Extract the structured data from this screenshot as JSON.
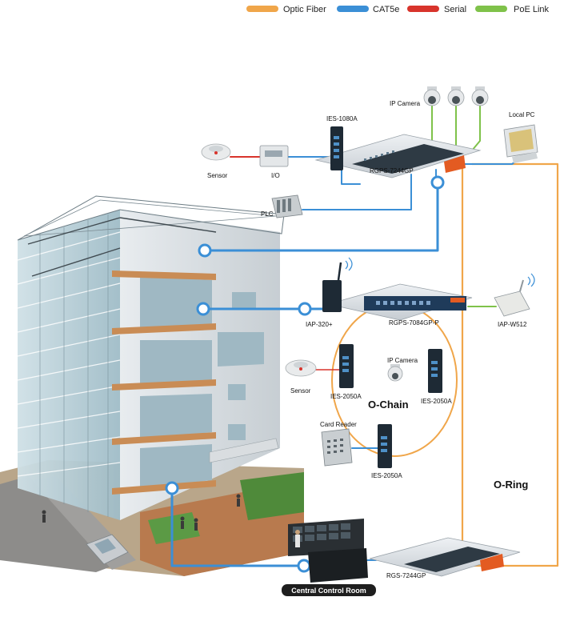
{
  "legend": [
    {
      "label": "Optic Fiber",
      "color": "#f0a64a"
    },
    {
      "label": "CAT5e",
      "color": "#3b8fd6"
    },
    {
      "label": "Serial",
      "color": "#d8342c"
    },
    {
      "label": "PoE Link",
      "color": "#7fc24a"
    }
  ],
  "labels": {
    "ip_camera_top": "IP Camera",
    "local_pc": "Local  PC",
    "ies_1080a": "IES-1080A",
    "rgps_7244gp": "RGPS-7244GP",
    "sensor_top": "Sensor",
    "io": "I/O",
    "plc": "PLC",
    "iap_320": "IAP-320+",
    "rgps_7084gp_p": "RGPS-7084GP-P",
    "iap_w512": "IAP-W512",
    "ip_camera_mid": "IP Camera",
    "sensor_mid": "Sensor",
    "ies_2050a_left": "IES-2050A",
    "ies_2050a_right": "IES-2050A",
    "o_chain": "O-Chain",
    "card_reader": "Card Reader",
    "ies_2050a_bottom": "IES-2050A",
    "o_ring": "O-Ring",
    "rgs_7244gp": "RGS-7244GP",
    "central_control_room": "Central Control Room"
  }
}
